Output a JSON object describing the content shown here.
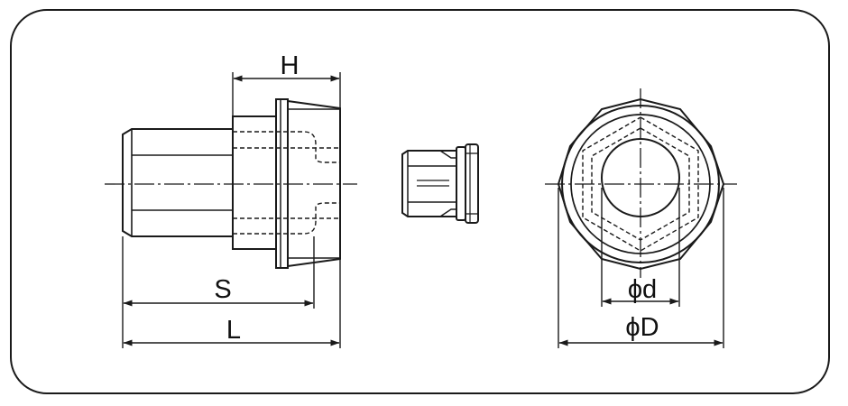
{
  "labels": {
    "height": "H",
    "socket_length": "S",
    "total_length": "L",
    "hole_diameter": "ϕd",
    "outer_diameter": "ϕD"
  },
  "colors": {
    "line": "#1a1a1a",
    "fill": "#ffffff",
    "frame": "#1a1a1a"
  }
}
